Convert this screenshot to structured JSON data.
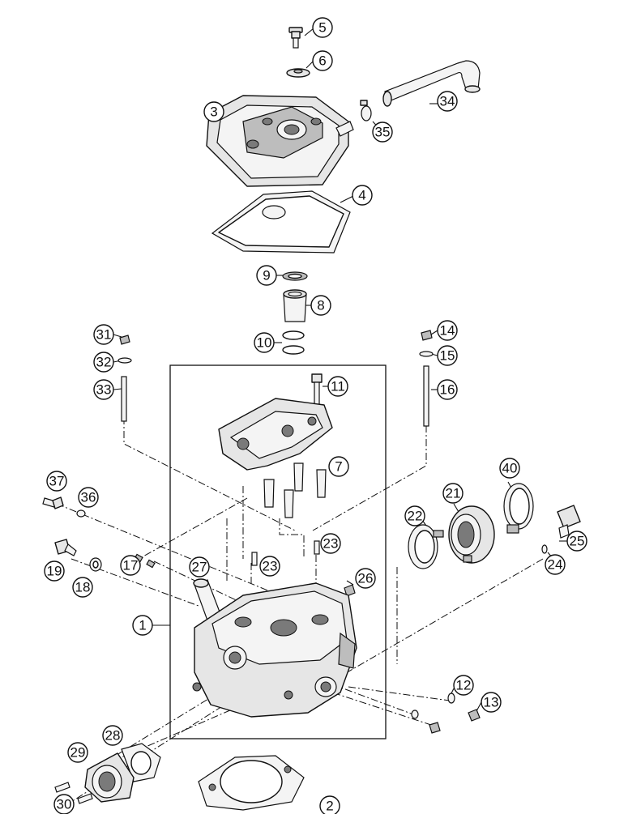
{
  "diagram": {
    "callouts": [
      {
        "id": "c1",
        "label": "1"
      },
      {
        "id": "c2",
        "label": "2"
      },
      {
        "id": "c3",
        "label": "3"
      },
      {
        "id": "c4",
        "label": "4"
      },
      {
        "id": "c5",
        "label": "5"
      },
      {
        "id": "c6",
        "label": "6"
      },
      {
        "id": "c7",
        "label": "7"
      },
      {
        "id": "c8",
        "label": "8"
      },
      {
        "id": "c9",
        "label": "9"
      },
      {
        "id": "c10",
        "label": "10"
      },
      {
        "id": "c11",
        "label": "11"
      },
      {
        "id": "c12",
        "label": "12"
      },
      {
        "id": "c13",
        "label": "13"
      },
      {
        "id": "c14",
        "label": "14"
      },
      {
        "id": "c15",
        "label": "15"
      },
      {
        "id": "c16",
        "label": "16"
      },
      {
        "id": "c17",
        "label": "17"
      },
      {
        "id": "c18",
        "label": "18"
      },
      {
        "id": "c19",
        "label": "19"
      },
      {
        "id": "c21",
        "label": "21"
      },
      {
        "id": "c22",
        "label": "22"
      },
      {
        "id": "c23a",
        "label": "23"
      },
      {
        "id": "c23b",
        "label": "23"
      },
      {
        "id": "c24",
        "label": "24"
      },
      {
        "id": "c25",
        "label": "25"
      },
      {
        "id": "c26",
        "label": "26"
      },
      {
        "id": "c27",
        "label": "27"
      },
      {
        "id": "c28",
        "label": "28"
      },
      {
        "id": "c29",
        "label": "29"
      },
      {
        "id": "c30",
        "label": "30"
      },
      {
        "id": "c31",
        "label": "31"
      },
      {
        "id": "c32",
        "label": "32"
      },
      {
        "id": "c33",
        "label": "33"
      },
      {
        "id": "c34",
        "label": "34"
      },
      {
        "id": "c35",
        "label": "35"
      },
      {
        "id": "c36",
        "label": "36"
      },
      {
        "id": "c37",
        "label": "37"
      },
      {
        "id": "c40",
        "label": "40"
      }
    ]
  }
}
